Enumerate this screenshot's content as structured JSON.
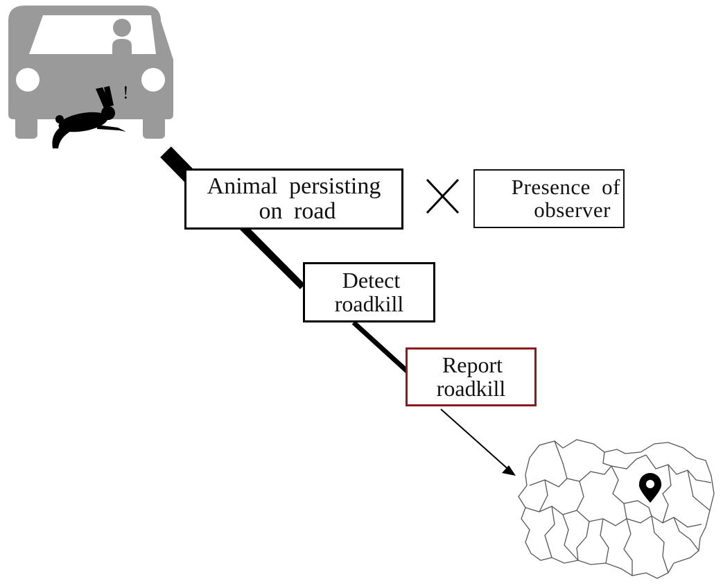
{
  "diagram": {
    "steps": [
      {
        "id": "animal",
        "lines": [
          "Animal persisting",
          "on road"
        ]
      },
      {
        "id": "detect",
        "lines": [
          "Detect",
          "roadkill"
        ]
      },
      {
        "id": "report",
        "lines": [
          "Report",
          "roadkill"
        ]
      }
    ],
    "factor": {
      "lines": [
        "Presence of",
        "observer"
      ]
    },
    "exclamation": "!"
  },
  "colors": {
    "car": "#9a9a9a",
    "stroke": "#000000",
    "report_border": "#8b1a1a",
    "map_line": "#555555"
  },
  "icons": [
    "car-icon",
    "driver-icon",
    "rabbit-icon",
    "cross-icon",
    "arrow-icon",
    "map-icon",
    "location-pin-icon"
  ]
}
